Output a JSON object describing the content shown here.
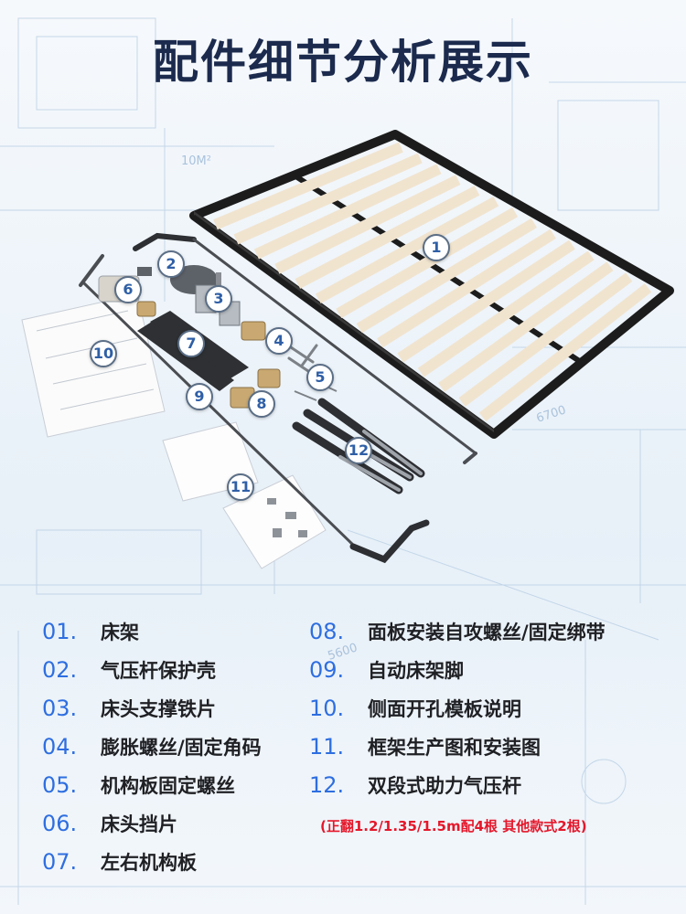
{
  "title": "配件细节分析展示",
  "callouts": [
    "1",
    "2",
    "3",
    "4",
    "5",
    "6",
    "7",
    "8",
    "9",
    "10",
    "11",
    "12"
  ],
  "items_left": [
    {
      "num": "01.",
      "label": "床架"
    },
    {
      "num": "02.",
      "label": "气压杆保护壳"
    },
    {
      "num": "03.",
      "label": "床头支撑铁片"
    },
    {
      "num": "04.",
      "label": "膨胀螺丝/固定角码"
    },
    {
      "num": "05.",
      "label": "机构板固定螺丝"
    },
    {
      "num": "06.",
      "label": "床头挡片"
    },
    {
      "num": "07.",
      "label": "左右机构板"
    }
  ],
  "items_right": [
    {
      "num": "08.",
      "label": "面板安装自攻螺丝/固定绑带"
    },
    {
      "num": "09.",
      "label": "自动床架脚"
    },
    {
      "num": "10.",
      "label": "侧面开孔模板说明"
    },
    {
      "num": "11.",
      "label": "框架生产图和安装图"
    },
    {
      "num": "12.",
      "label": "双段式助力气压杆"
    }
  ],
  "note": "(正翻1.2/1.35/1.5m配4根 其他款式2根)",
  "background_text": [
    "10M²",
    "6700",
    "5600"
  ],
  "colors": {
    "title": "#1b2a4d",
    "number": "#2e6ee0",
    "note": "#e5172a",
    "slat": "#f1e4cf",
    "frame": "#1c1c1c"
  }
}
